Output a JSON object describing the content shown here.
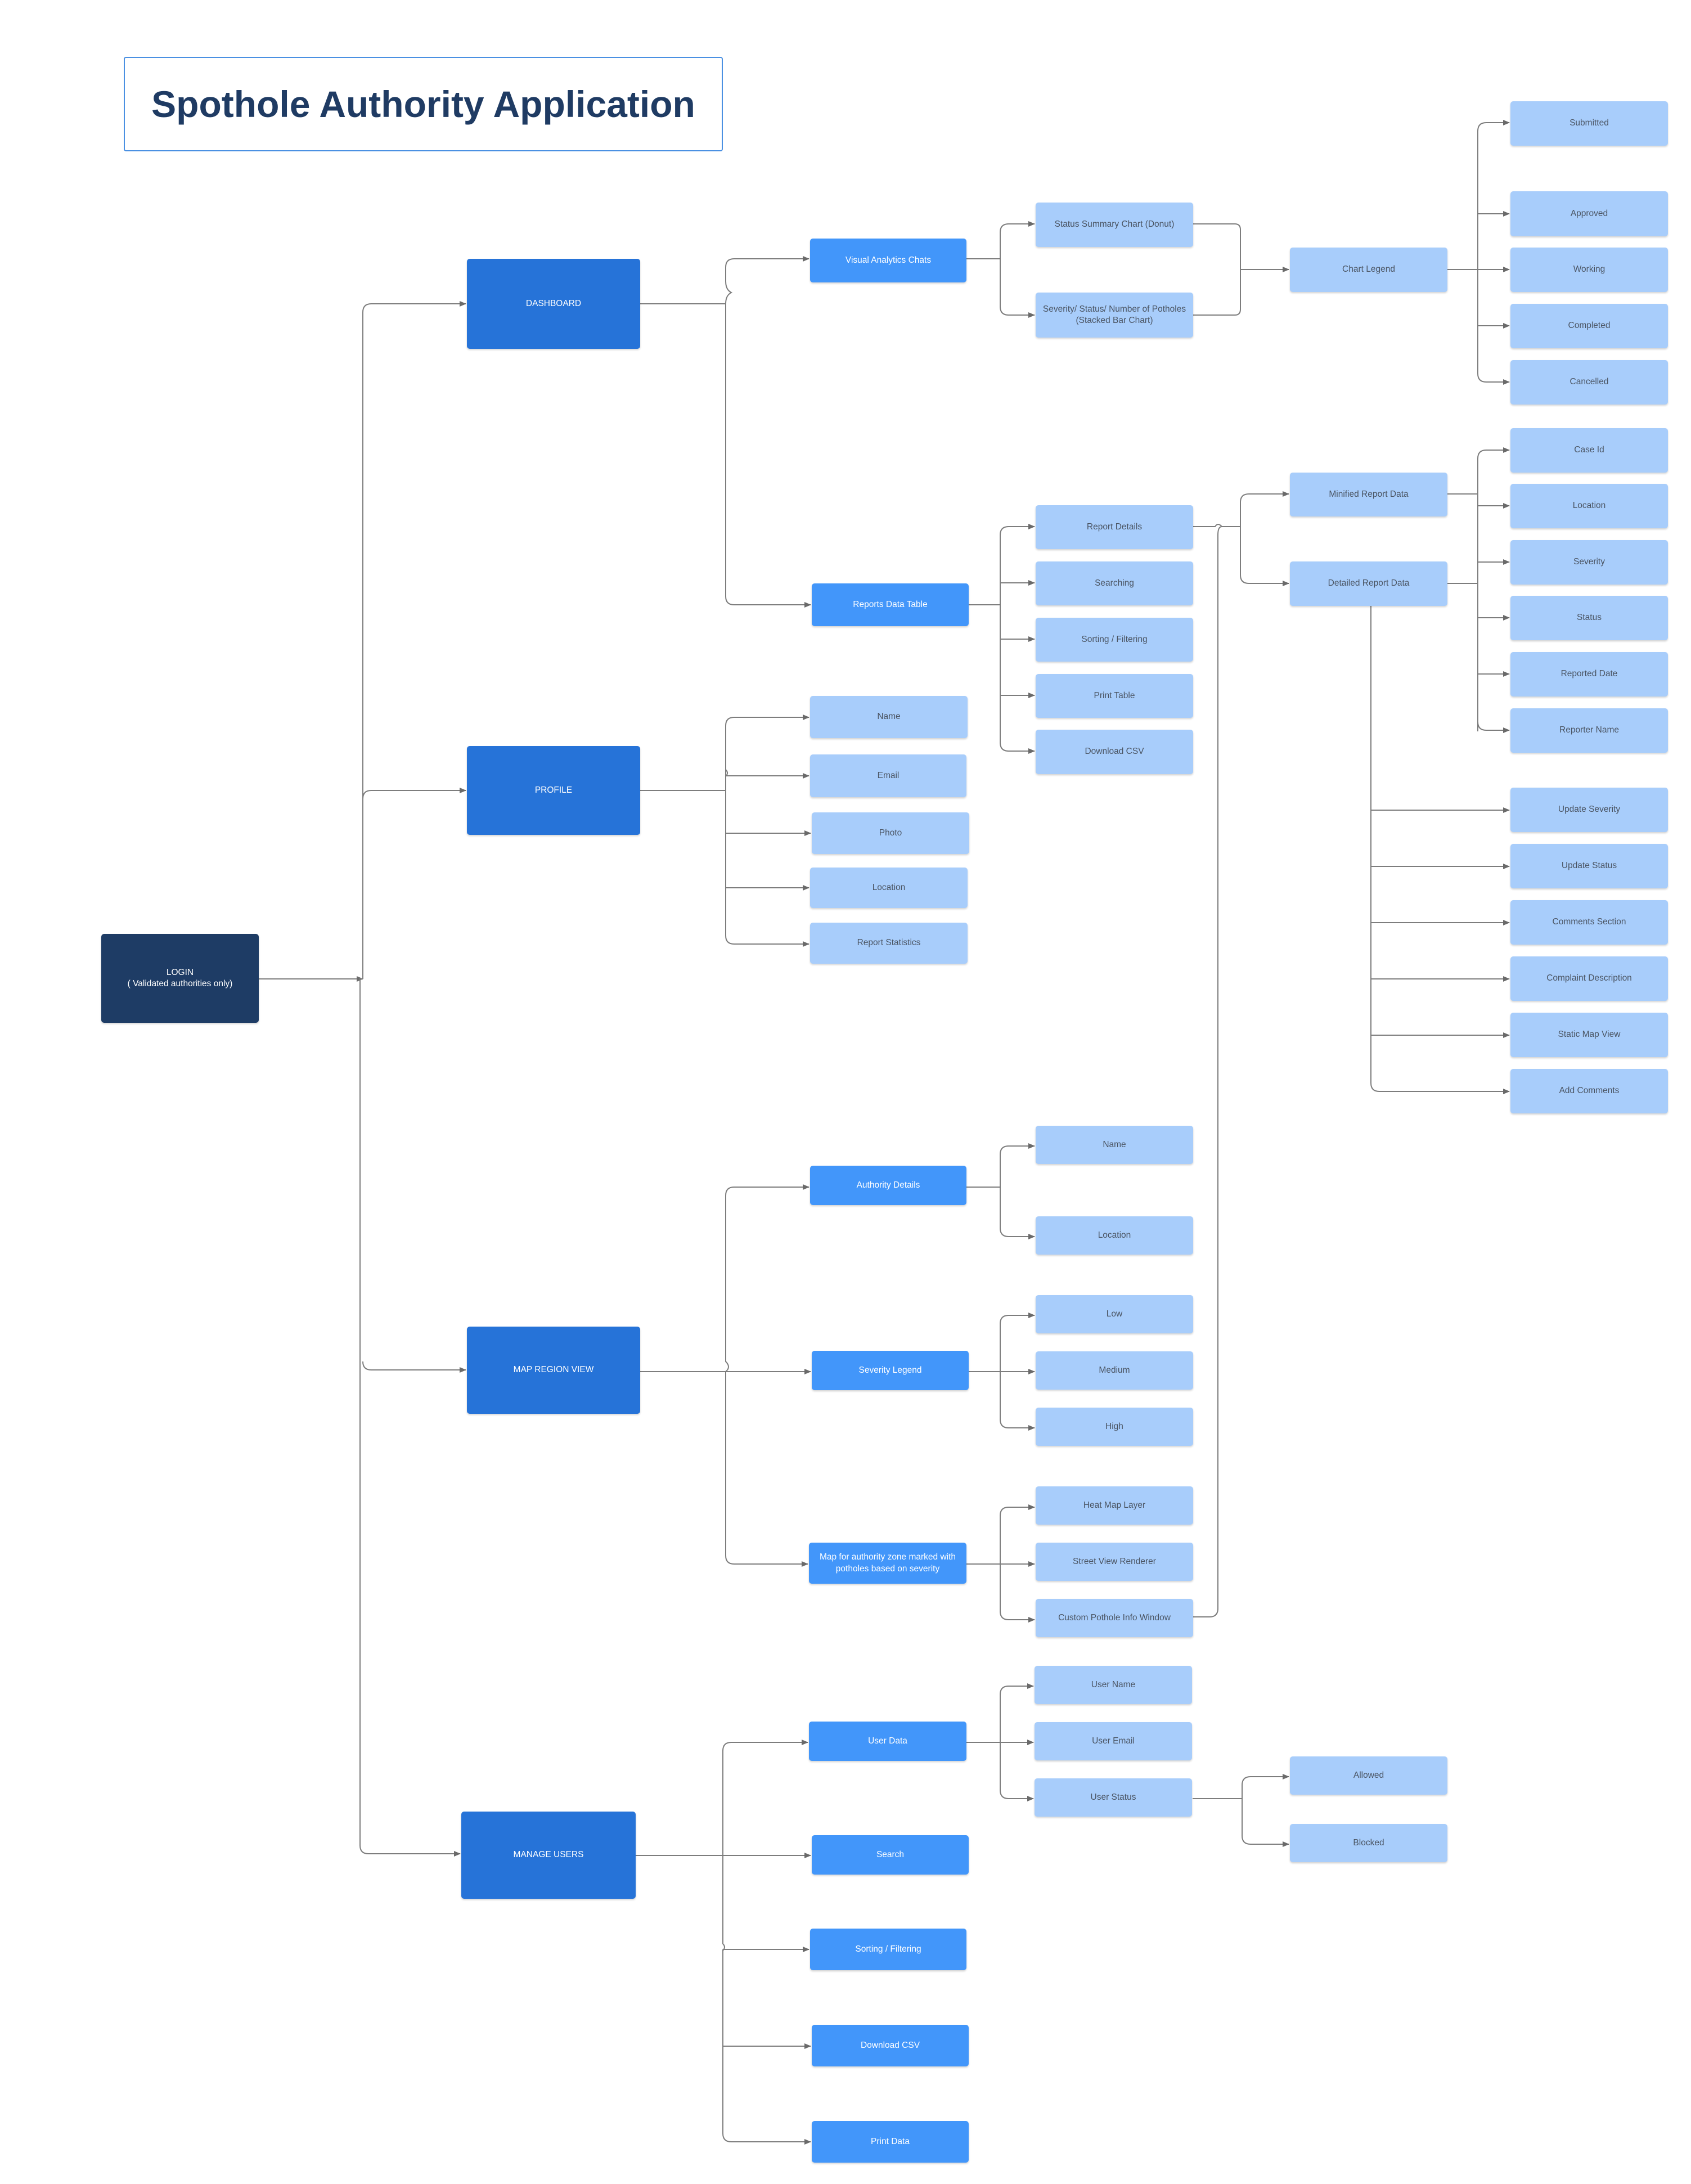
{
  "title": "Spothole Authority Application",
  "colors": {
    "login": "#1e3c65",
    "section": "#2673d8",
    "feature": "#4296fa",
    "detail": "#a8cdfb",
    "title_text": "#1f3b63",
    "title_border": "#4a90e2"
  },
  "login": "LOGIN\n( Validated authorities only)",
  "sections": {
    "dashboard": "DASHBOARD",
    "profile": "PROFILE",
    "map_region_view": "MAP REGION VIEW",
    "manage_users": "MANAGE USERS"
  },
  "dashboard": {
    "visual_analytics": "Visual Analytics Chats",
    "status_summary_chart": "Status Summary Chart (Donut)",
    "stacked_bar_chart": "Severity/ Status/ Number of Potholes (Stacked Bar Chart)",
    "chart_legend": "Chart Legend",
    "legend_items": [
      "Submitted",
      "Approved",
      "Working",
      "Completed",
      "Cancelled"
    ],
    "reports_data_table": "Reports Data Table",
    "table_features": [
      "Report Details",
      "Searching",
      "Sorting / Filtering",
      "Print Table",
      "Download CSV"
    ],
    "minified_report_data": "Minified Report Data",
    "detailed_report_data": "Detailed Report Data",
    "report_fields": [
      "Case Id",
      "Location",
      "Severity",
      "Status",
      "Reported Date",
      "Reporter Name"
    ],
    "detail_actions": [
      "Update Severity",
      "Update Status",
      "Comments Section",
      "Complaint Description",
      "Static Map View",
      "Add Comments"
    ]
  },
  "profile": {
    "items": [
      "Name",
      "Email",
      "Photo",
      "Location",
      "Report Statistics"
    ]
  },
  "map_region_view": {
    "authority_details": "Authority Details",
    "authority_items": [
      "Name",
      "Location"
    ],
    "severity_legend": "Severity Legend",
    "severity_items": [
      "Low",
      "Medium",
      "High"
    ],
    "authority_map": "Map for authority zone marked with potholes based on severity",
    "map_items": [
      "Heat Map Layer",
      "Street View Renderer",
      "Custom Pothole Info Window"
    ]
  },
  "manage_users": {
    "user_data": "User Data",
    "user_fields": [
      "User Name",
      "User Email",
      "User Status"
    ],
    "status_options": [
      "Allowed",
      "Blocked"
    ],
    "actions": [
      "Search",
      "Sorting / Filtering",
      "Download CSV",
      "Print Data"
    ]
  }
}
